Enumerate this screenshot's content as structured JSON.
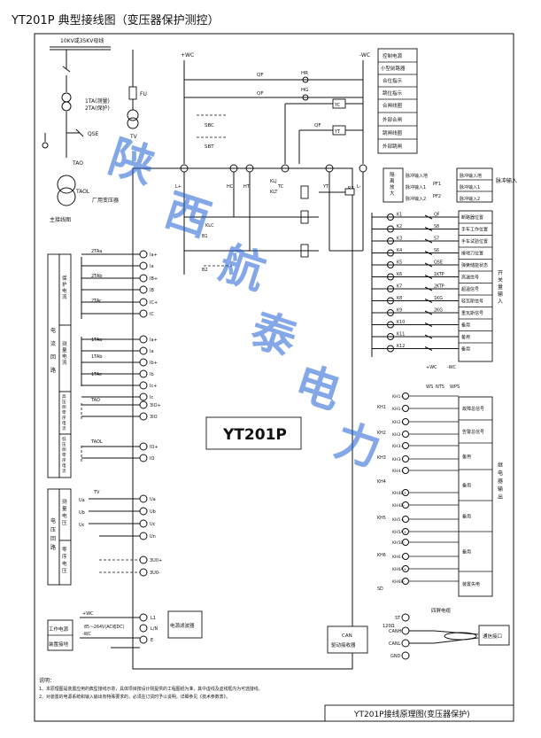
{
  "page": {
    "title": "YT201P 典型接线图（变压器保护测控）",
    "footer_title": "YT201P接线原理图(变压器保护)",
    "notes_title": "说明：",
    "notes": [
      "1、本原理图是装置应用的典型接线示意，具体项目按设计院提供的工程图纸为准，其中虚线及虚线框内为可选接线。",
      "2、对装置的电源系统和输入输出有特殊要求的，必须在订货时予以说明，详细参见《技术参数表》。"
    ],
    "watermark": "陕西航泰电力"
  },
  "device": {
    "model": "YT201P",
    "power_module": "电源滤波器",
    "can_module": "CAN\n驱动接收器"
  },
  "primary": {
    "bus_label": "10KV或35KV母线",
    "ct_labels": [
      "1TA(测量)",
      "2TA(保护)"
    ],
    "qse": "QSE",
    "tao": "TAO",
    "taol": "TAOL",
    "fu": "FU",
    "tv": "TV",
    "station_transformer": "厂用变压器",
    "main_wiring": "主接线图"
  },
  "control_labels": [
    "控制电源",
    "小型前路器",
    "合位指示",
    "跳位指示",
    "合闸线圈",
    "外部合闸",
    "跳闸线圈",
    "外部跳闸"
  ],
  "dc": {
    "pos": "+WC",
    "neg": "-WC"
  },
  "circuit_tags": [
    "QF",
    "HR",
    "HG",
    "QF",
    "YC",
    "QF",
    "YT",
    "SBC",
    "SBT",
    "KLJ",
    "KLT",
    "KLC",
    "B1",
    "B2",
    "R3",
    "KLT",
    "KLJ",
    "L+",
    "HC",
    "HT",
    "TC",
    "YC",
    "YT",
    "L-"
  ],
  "pulse": {
    "title": "隔\n离\n放\n大",
    "inputs": [
      "脉冲输入地",
      "脉冲输入1",
      "脉冲输入2"
    ],
    "tags": [
      "PF1",
      "PF2"
    ],
    "group_label": "脉冲输入"
  },
  "di": {
    "tags": [
      "QF",
      "S8",
      "S7",
      "S6",
      "QSE",
      "1KTP",
      "2KTP",
      "1KG",
      "2KG",
      "",
      "",
      ""
    ],
    "terminals": [
      "K1",
      "K2",
      "K3",
      "K4",
      "K5",
      "K6",
      "K7",
      "K8",
      "K9",
      "K10",
      "K11",
      "K12"
    ],
    "labels": [
      "断路器位置",
      "手车工作位置",
      "手车试验位置",
      "接地刀位置",
      "弹簧储能状态",
      "高温信号",
      "超温信号",
      "轻瓦斯信号",
      "重瓦斯信号",
      "备用",
      "备用",
      "备用"
    ],
    "group_label": "开关量输入"
  },
  "do": {
    "top_tags": [
      "WS",
      "NTS",
      "WPS"
    ],
    "terminals": [
      "KH1+",
      "KH1-",
      "KH2+",
      "KH2-",
      "KH3+",
      "KH3-",
      "KH4+",
      "KH4B+",
      "KH4B-",
      "KH5+",
      "KH5A+",
      "KH5B-",
      "KH6+",
      "KH6A+",
      "KH6B-"
    ],
    "left_tags": [
      "KH1",
      "KH2",
      "KH3",
      "KH4",
      "KH5",
      "KH6",
      "SD"
    ],
    "labels": [
      "故障总信号",
      "告警总信号",
      "备用",
      "备用",
      "备用",
      "备用",
      "装置失电"
    ],
    "group_label": "继\n电\n器\n输\n出"
  },
  "current_loops": {
    "group_label": "电\n流\n回\n路",
    "prot_label": "保\n护\n电\n流",
    "meas_label": "测\n量\n电\n流",
    "hv_zero_label": "高\n压\n侧\n零\n序\n电\n流",
    "lv_zero_label": "低\n压\n侧\n零\n序\n电\n流",
    "prot_cts": [
      "2TAa",
      "2TAb",
      "2TAc"
    ],
    "prot_terms": [
      "Ia+",
      "Ia",
      "IB+",
      "IB",
      "IC+",
      "IC"
    ],
    "meas_cts": [
      "1TAa",
      "1TAb",
      "1TAc"
    ],
    "meas_terms": [
      "Ia+",
      "Ia",
      "Ib+",
      "Ib",
      "Ic+",
      "Ic"
    ],
    "hv_ct": "TAO",
    "hv_terms": [
      "3IO+",
      "3IO"
    ],
    "lv_ct": "TAOL",
    "lv_terms": [
      "IO+",
      "IO"
    ]
  },
  "voltage_loops": {
    "group_label": "电\n压\n回\n路",
    "meas_label": "测\n量\n电\n压",
    "zero_label": "零\n序\n电\n压",
    "tv": "TV",
    "phases": [
      "Ua",
      "Ub",
      "Uc"
    ],
    "terms": [
      "Ua",
      "Ub",
      "Uc",
      "Un",
      "3U0+",
      "3U0-"
    ]
  },
  "power": {
    "label": "工作电源\n装置接地",
    "pos": "+WC",
    "neg": "-WC",
    "spec": "85～264V(AC或DC)",
    "terms": [
      "L1",
      "L/N",
      "E"
    ]
  },
  "comm": {
    "bus_label": "四屏电缆",
    "terms": [
      "ST",
      "CANH",
      "CANL",
      "GND"
    ],
    "r_label": "120Ω",
    "port": "通信接口"
  }
}
